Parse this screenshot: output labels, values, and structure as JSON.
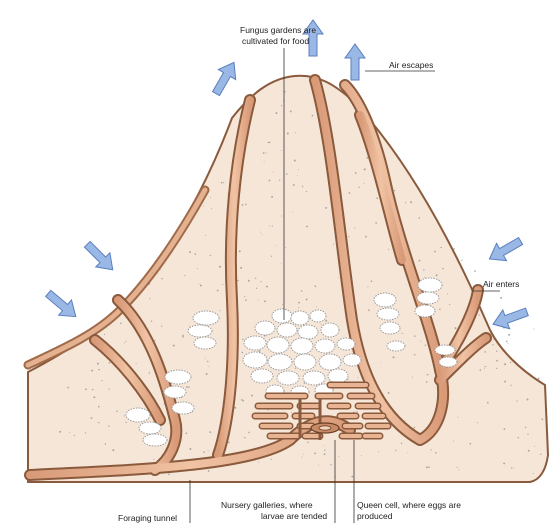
{
  "labels": {
    "fungus_line1": "Fungus gardens are",
    "fungus_line2": "cultivated for food",
    "air_escapes": "Air escapes",
    "air_enters": "Air enters",
    "foraging_tunnel": "Foraging tunnel",
    "nursery_line1": "Nursery galleries, where",
    "nursery_line2": "larvae are tended",
    "queen_line1": "Queen cell, where eggs are",
    "queen_line2": "produced"
  },
  "colors": {
    "mound_fill": "#f6e6d8",
    "tunnel_fill": "#e9b493",
    "tunnel_edge": "#8a5a3c",
    "arrow_fill": "#9ab8e6",
    "arrow_edge": "#5a7fbf",
    "chamber_fill": "#ffffff",
    "chamber_edge": "#9a9a9a",
    "speckle": "#6b6b6b"
  },
  "icons": {
    "air_arrow": "arrow-icon"
  }
}
